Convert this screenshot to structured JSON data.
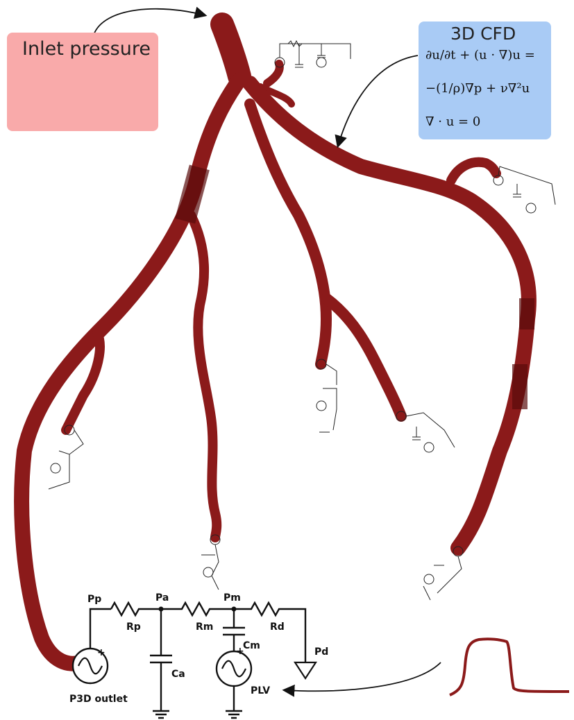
{
  "inlet": {
    "title": "Inlet pressure"
  },
  "lv": {
    "title": "LV pressure"
  },
  "cfd": {
    "title": "3D CFD",
    "eq1": "∂u/∂t + (u · ∇)u =",
    "eq2": "−(1/ρ)∇p + ν∇²u",
    "eq3": "∇ · u = 0"
  },
  "circuit": {
    "pp": "Pp",
    "pa": "Pa",
    "pm": "Pm",
    "rp": "Rp",
    "rm": "Rm",
    "rd": "Rd",
    "ca": "Ca",
    "cm": "Cm",
    "pd": "Pd",
    "p3d": "P3D outlet",
    "plv": "PLV"
  },
  "colors": {
    "vessel": "#8b1a1a",
    "vessel_dark": "#6a1010",
    "box_red": "#f9aaaa",
    "box_blue": "#a9cbf5",
    "curve": "#8b1a1a"
  }
}
